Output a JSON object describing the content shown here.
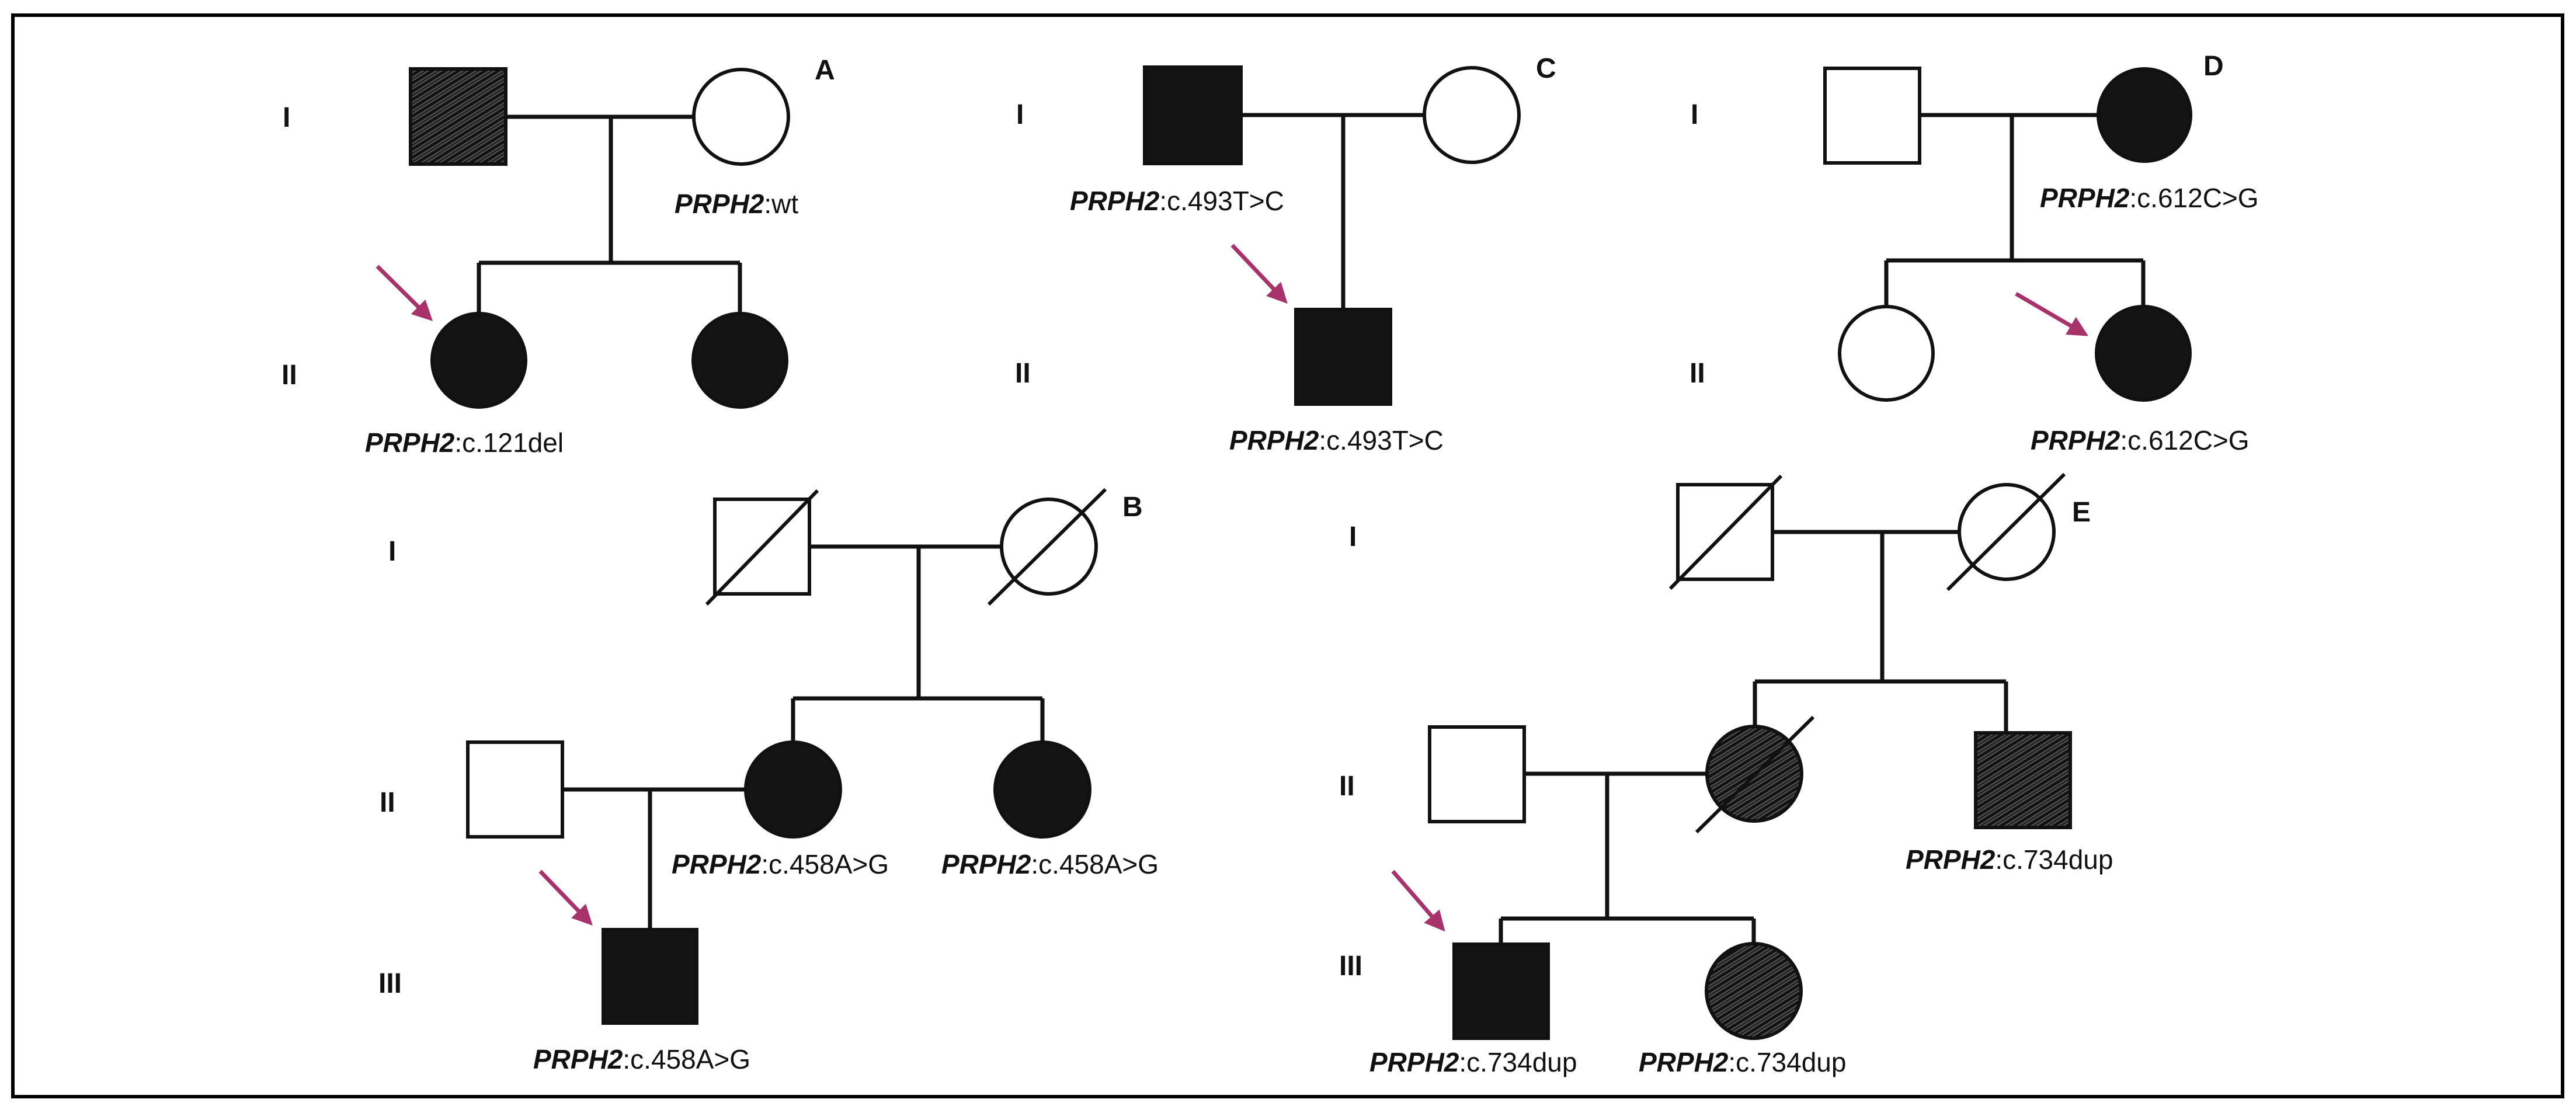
{
  "colors": {
    "affected": "#141414",
    "unaffected": "#ffffff",
    "line": "#111111",
    "arrow": "#a8336a",
    "border": "#000000"
  },
  "pedigrees": {
    "A": {
      "letter": "A",
      "gen": [
        "I",
        "II"
      ],
      "father": {
        "status": "hatched",
        "sex": "male"
      },
      "mother": {
        "status": "unaffected",
        "sex": "female",
        "gene": "PRPH2",
        "variant": ":wt"
      },
      "child1": {
        "status": "affected",
        "sex": "female",
        "proband": true,
        "gene": "PRPH2",
        "variant": ":c.121del"
      },
      "child2": {
        "status": "affected",
        "sex": "female"
      }
    },
    "C": {
      "letter": "C",
      "gen": [
        "I",
        "II"
      ],
      "father": {
        "status": "affected",
        "sex": "male",
        "gene": "PRPH2",
        "variant": ":c.493T>C"
      },
      "mother": {
        "status": "unaffected",
        "sex": "female"
      },
      "child": {
        "status": "affected",
        "sex": "male",
        "proband": true,
        "gene": "PRPH2",
        "variant": ":c.493T>C"
      }
    },
    "D": {
      "letter": "D",
      "gen": [
        "I",
        "II"
      ],
      "father": {
        "status": "unaffected",
        "sex": "male"
      },
      "mother": {
        "status": "affected",
        "sex": "female",
        "gene": "PRPH2",
        "variant": ":c.612C>G"
      },
      "child1": {
        "status": "unaffected",
        "sex": "female"
      },
      "child2": {
        "status": "affected",
        "sex": "female",
        "proband": true,
        "gene": "PRPH2",
        "variant": ":c.612C>G"
      }
    },
    "B": {
      "letter": "B",
      "gen": [
        "I",
        "II",
        "III"
      ],
      "grandfather": {
        "status": "deceased",
        "sex": "male"
      },
      "grandmother": {
        "status": "deceased",
        "sex": "female"
      },
      "spouse": {
        "status": "unaffected",
        "sex": "male"
      },
      "daughter1": {
        "status": "affected",
        "sex": "female",
        "gene": "PRPH2",
        "variant": ":c.458A>G"
      },
      "daughter2": {
        "status": "affected",
        "sex": "female",
        "gene": "PRPH2",
        "variant": ":c.458A>G"
      },
      "grandson": {
        "status": "affected",
        "sex": "male",
        "proband": true,
        "gene": "PRPH2",
        "variant": ":c.458A>G"
      }
    },
    "E": {
      "letter": "E",
      "gen": [
        "I",
        "II",
        "III"
      ],
      "grandfather": {
        "status": "deceased",
        "sex": "male"
      },
      "grandmother": {
        "status": "deceased",
        "sex": "female"
      },
      "spouse": {
        "status": "unaffected",
        "sex": "male"
      },
      "daughter": {
        "status": "hatched-deceased",
        "sex": "female"
      },
      "son": {
        "status": "hatched",
        "sex": "male",
        "gene": "PRPH2",
        "variant": ":c.734dup"
      },
      "grandson": {
        "status": "affected",
        "sex": "male",
        "proband": true,
        "gene": "PRPH2",
        "variant": ":c.734dup"
      },
      "granddaughter": {
        "status": "hatched",
        "sex": "female",
        "gene": "PRPH2",
        "variant": ":c.734dup"
      }
    }
  }
}
